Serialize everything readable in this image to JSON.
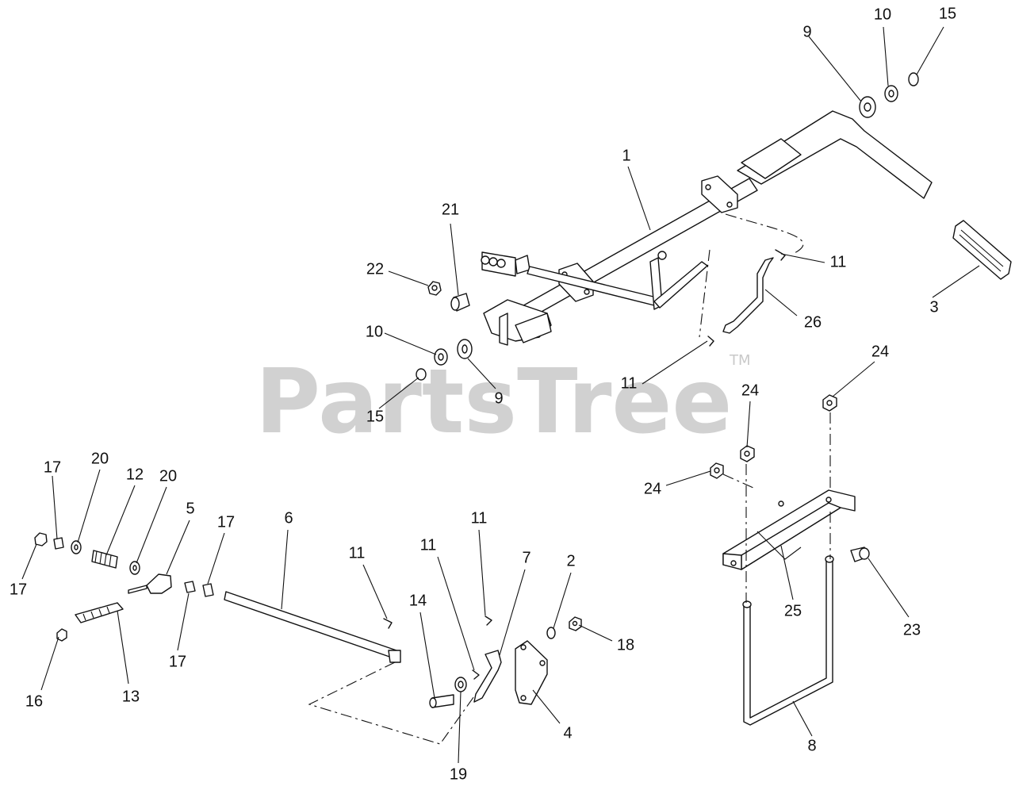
{
  "watermark": {
    "text": "PartsTree",
    "mark": "TM"
  },
  "callouts": [
    {
      "id": "c1",
      "label": "1"
    },
    {
      "id": "c2",
      "label": "2"
    },
    {
      "id": "c3",
      "label": "3"
    },
    {
      "id": "c4",
      "label": "4"
    },
    {
      "id": "c5",
      "label": "5"
    },
    {
      "id": "c6",
      "label": "6"
    },
    {
      "id": "c7",
      "label": "7"
    },
    {
      "id": "c8",
      "label": "8"
    },
    {
      "id": "c9a",
      "label": "9"
    },
    {
      "id": "c9b",
      "label": "9"
    },
    {
      "id": "c10a",
      "label": "10"
    },
    {
      "id": "c10b",
      "label": "10"
    },
    {
      "id": "c11a",
      "label": "11"
    },
    {
      "id": "c11b",
      "label": "11"
    },
    {
      "id": "c11c",
      "label": "11"
    },
    {
      "id": "c11d",
      "label": "11"
    },
    {
      "id": "c11e",
      "label": "11"
    },
    {
      "id": "c12",
      "label": "12"
    },
    {
      "id": "c13",
      "label": "13"
    },
    {
      "id": "c14",
      "label": "14"
    },
    {
      "id": "c15a",
      "label": "15"
    },
    {
      "id": "c15b",
      "label": "15"
    },
    {
      "id": "c16",
      "label": "16"
    },
    {
      "id": "c17a",
      "label": "17"
    },
    {
      "id": "c17b",
      "label": "17"
    },
    {
      "id": "c17c",
      "label": "17"
    },
    {
      "id": "c17d",
      "label": "17"
    },
    {
      "id": "c18",
      "label": "18"
    },
    {
      "id": "c19",
      "label": "19"
    },
    {
      "id": "c20a",
      "label": "20"
    },
    {
      "id": "c20b",
      "label": "20"
    },
    {
      "id": "c21",
      "label": "21"
    },
    {
      "id": "c22",
      "label": "22"
    },
    {
      "id": "c23",
      "label": "23"
    },
    {
      "id": "c24a",
      "label": "24"
    },
    {
      "id": "c24b",
      "label": "24"
    },
    {
      "id": "c24c",
      "label": "24"
    },
    {
      "id": "c25",
      "label": "25"
    },
    {
      "id": "c26",
      "label": "26"
    }
  ]
}
